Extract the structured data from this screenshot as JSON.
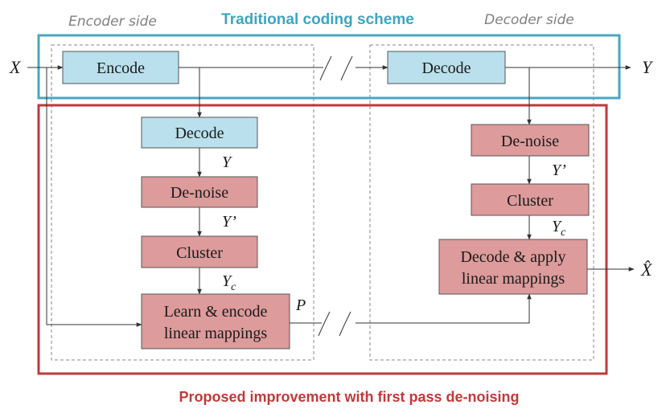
{
  "labels": {
    "encoder_side": "Encoder side",
    "decoder_side": "Decoder side",
    "traditional": "Traditional coding scheme",
    "proposed": "Proposed improvement with first pass de-noising"
  },
  "io": {
    "input": "X",
    "output": "Y",
    "output_hat": "X̂"
  },
  "boxes": {
    "encode": "Encode",
    "decode_top": "Decode",
    "enc_decode": "Decode",
    "enc_denoise": "De-noise",
    "enc_cluster": "Cluster",
    "learn_line1": "Learn & encode",
    "learn_line2": "linear mappings",
    "dec_denoise": "De-noise",
    "dec_cluster": "Cluster",
    "apply_line1": "Decode & apply",
    "apply_line2": "linear mappings"
  },
  "signals": {
    "y": "Y",
    "y_prime": "Y’",
    "yc_base": "Y",
    "yc_sub": "c",
    "p": "P"
  },
  "colors": {
    "blue_frame": "#4aa6c0",
    "red_frame": "#c0393b",
    "blue_box": "#b9e0ec",
    "red_box": "#dd9b9b"
  }
}
